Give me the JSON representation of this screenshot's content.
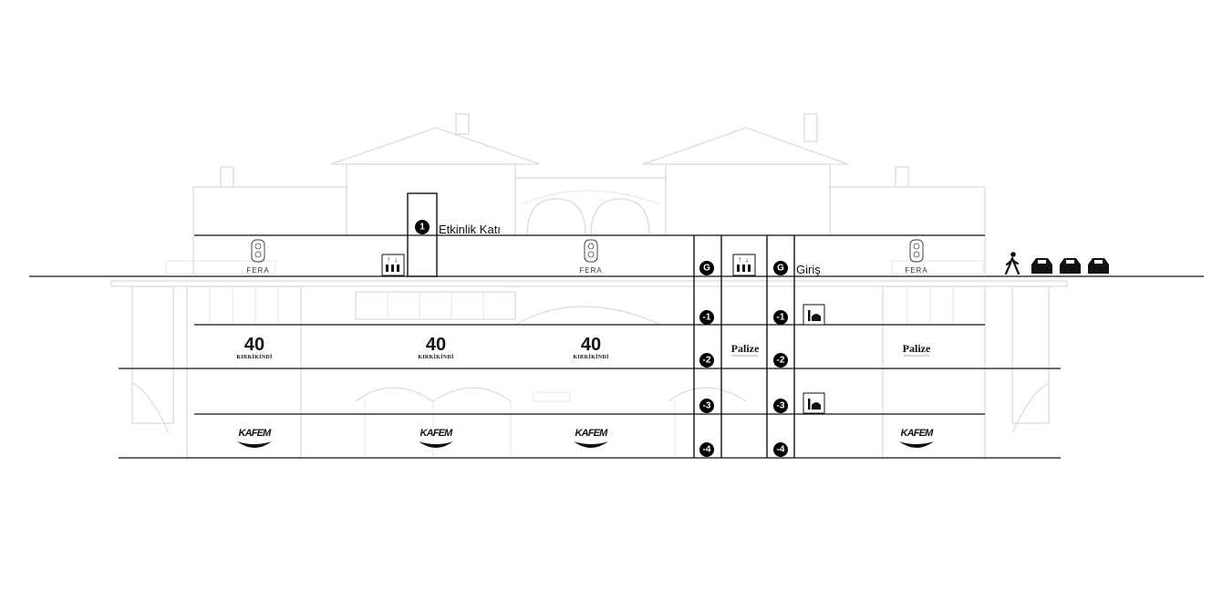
{
  "labels": {
    "event_floor": "Etkinlik Katı",
    "entrance": "Giriş"
  },
  "brands": {
    "fera": "FERA",
    "kirkikindi_number": "40",
    "kirkikindi_name": "KIRKİKİNDİ",
    "palize": "Palize",
    "kafem": "KAFEM"
  },
  "floor_badges": {
    "event": "1",
    "ground": "G",
    "minus1": "-1",
    "minus2": "-2",
    "minus3": "-3",
    "minus4": "-4"
  },
  "icons": {
    "elevator": "elevator-icon",
    "mosque": "mosque-icon",
    "pedestrian": "walking-person-icon",
    "car": "car-icon",
    "fera_emblem": "fera-emblem-icon",
    "kirkikindi_logo": "kirkikindi-logo-icon",
    "kafem_swoosh": "kafem-swoosh-icon"
  },
  "colors": {
    "line": "#111111",
    "ghost": "#d9d9d9"
  }
}
